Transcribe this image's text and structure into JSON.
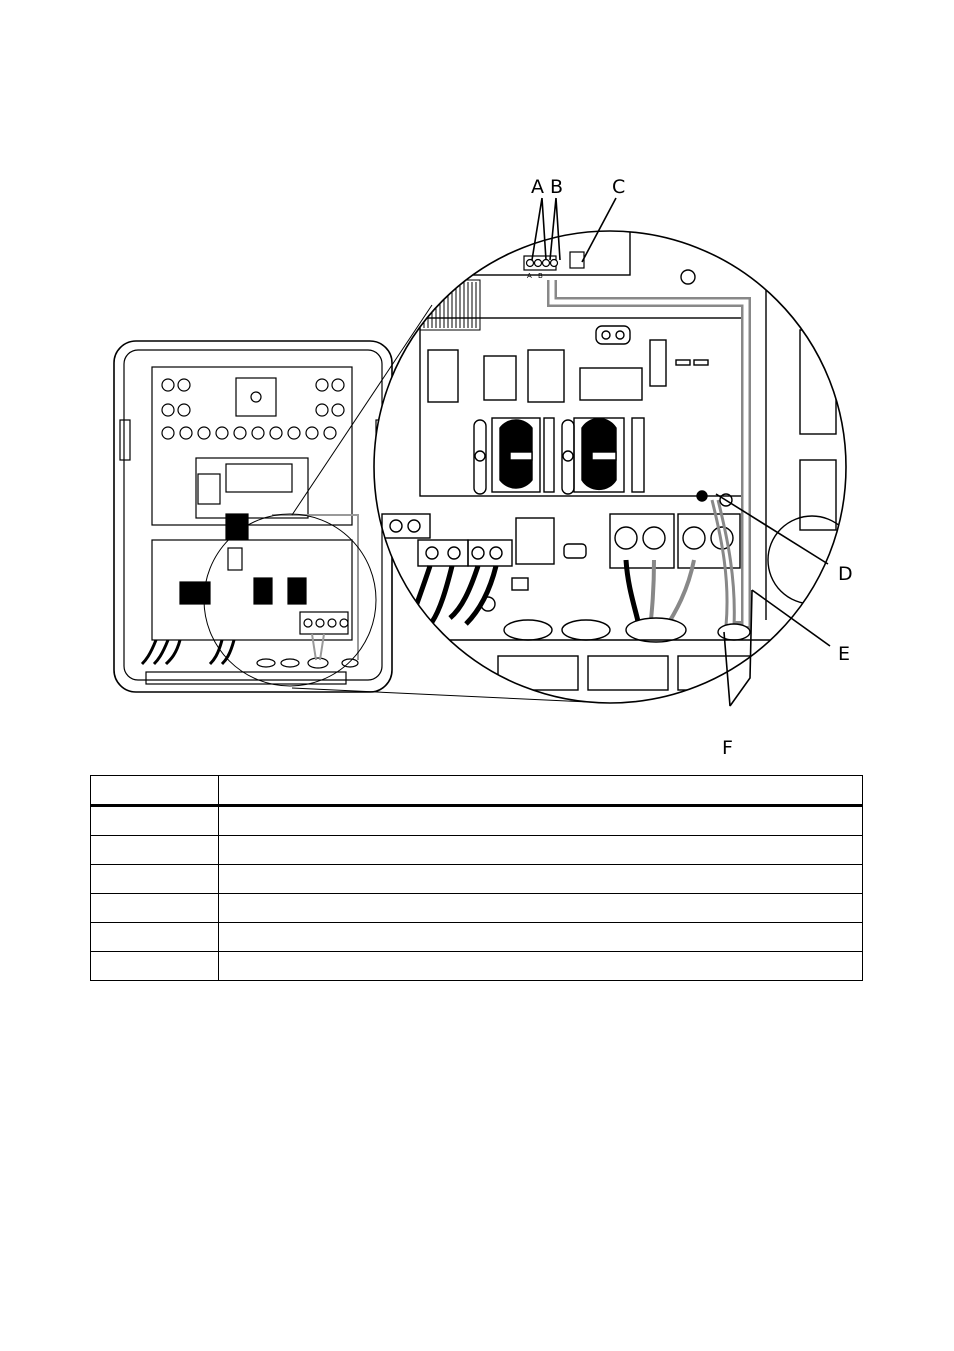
{
  "figure": {
    "callouts": [
      "A",
      "B",
      "C",
      "D",
      "E",
      "F"
    ],
    "terminal_letters": [
      "A",
      "B"
    ]
  },
  "table": {
    "headers": [
      "",
      ""
    ],
    "rows": [
      [
        "",
        ""
      ],
      [
        "",
        ""
      ],
      [
        "",
        ""
      ],
      [
        "",
        ""
      ],
      [
        "",
        ""
      ],
      [
        "",
        ""
      ]
    ]
  }
}
